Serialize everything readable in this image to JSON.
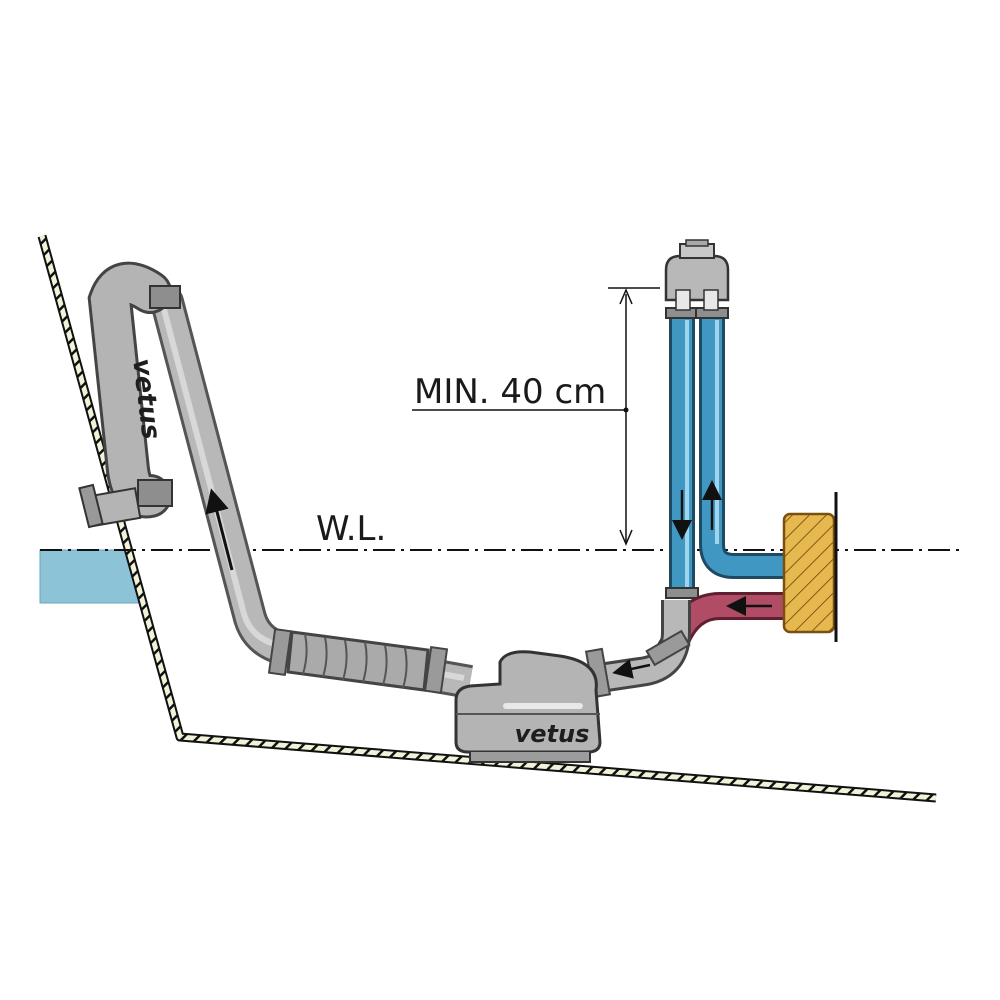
{
  "labels": {
    "min_height": "MIN. 40 cm",
    "waterline": "W.L."
  },
  "brand": {
    "muffler": "vetus",
    "waterlock": "vetus"
  },
  "colors": {
    "sea": "#8cc3d6",
    "cooling_water": "#3f97c2",
    "hot_water": "#b04c66",
    "exhaust_hose": "#b4b4b4",
    "engine_block": "#e2b454",
    "hull": "#111111"
  },
  "icons": {
    "flow_arrows": "arrow-icon",
    "vented_loop": "vented-loop-icon"
  }
}
